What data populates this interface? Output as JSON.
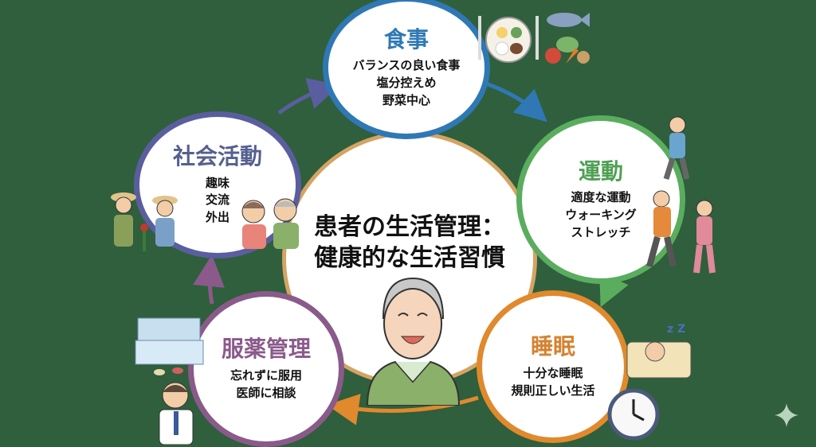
{
  "center": {
    "title_line1": "患者の生活管理：",
    "title_line2": "健康的な生活習慣",
    "illustration": "smiling-elderly-man"
  },
  "nodes": {
    "food": {
      "title": "食事",
      "items": [
        "バランスの良い食事",
        "塩分控えめ",
        "野菜中心"
      ],
      "color": "#2f78b5",
      "illustrations": [
        "plate-with-fork-knife",
        "fish",
        "vegetables"
      ]
    },
    "exercise": {
      "title": "運動",
      "items": [
        "適度な運動",
        "ウォーキング",
        "ストレッチ"
      ],
      "color": "#5aad5e",
      "illustrations": [
        "walking-man",
        "walking-man-towel",
        "stretching-woman"
      ]
    },
    "sleep": {
      "title": "睡眠",
      "items": [
        "十分な睡眠",
        "規則正しい生活"
      ],
      "color": "#e0892d",
      "illustrations": [
        "sleeping-woman-zzz",
        "clock"
      ]
    },
    "meds": {
      "title": "服薬管理",
      "items": [
        "忘れずに服用",
        "医師に相談"
      ],
      "color": "#8a5a8a",
      "illustrations": [
        "pill-organizer",
        "pills",
        "doctor"
      ]
    },
    "social": {
      "title": "社会活動",
      "items": [
        "趣味",
        "交流",
        "外出"
      ],
      "color": "#5a5e9e",
      "illustrations": [
        "gardening-couple",
        "chatting-elderly-couple"
      ]
    }
  },
  "flow": [
    "食事",
    "運動",
    "睡眠",
    "服薬管理",
    "社会活動",
    "食事"
  ],
  "background_color": "#2f5f3c"
}
